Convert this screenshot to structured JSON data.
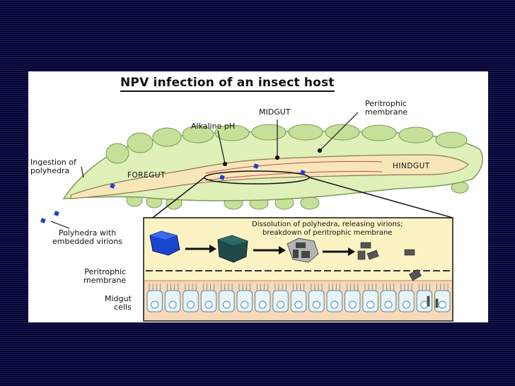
{
  "diagram": {
    "title": "NPV infection of an insect host",
    "labels": {
      "midgut": "MIDGUT",
      "peritrophic_top": "Peritrophic\nmembrane",
      "alkaline": "Alkaline pH",
      "ingestion": "Ingestion of\npolyhedra",
      "foregut": "FOREGUT",
      "hindgut": "HINDGUT",
      "polyhedra_with": "Polyhedra with\nembedded virions",
      "dissolution": "Dissolution of polyhedra, releasing virions;\nbreakdown of peritrophic membrane",
      "peritrophic_bottom": "Peritrophic\nmembrane",
      "midgut_cells": "Midgut\ncells"
    },
    "colors": {
      "body": "#dff0b8",
      "body_segment": "#c6e09a",
      "gut": "#f8e6b8",
      "inset": "#fbf3c4",
      "cells": "#f6d9b8",
      "nucleus": "#dff0f4",
      "polyhedra": "#1a44cc",
      "polyhedra_dark": "#1f4a4a",
      "virion": "#888888"
    }
  }
}
